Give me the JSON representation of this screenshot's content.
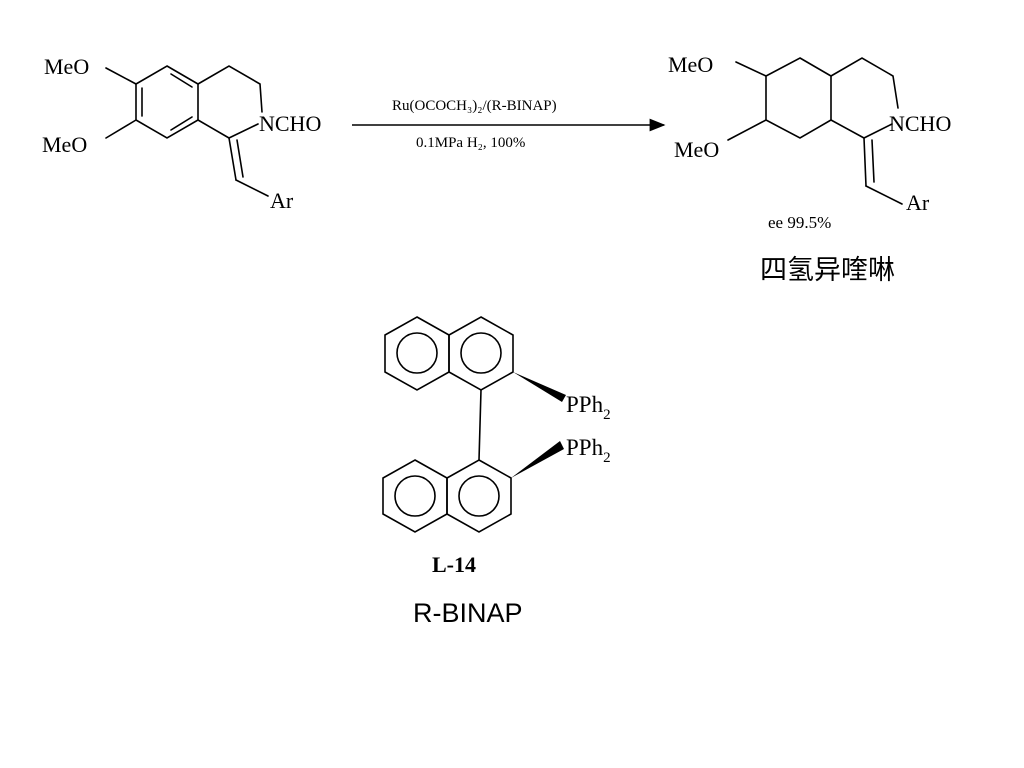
{
  "reaction": {
    "reactant": {
      "ome_top": "MeO",
      "ome_bottom": "MeO",
      "n_group": "NCHO",
      "ar": "Ar"
    },
    "conditions": {
      "reagent": "Ru(OCOCH₃)₂/(R-BINAP)",
      "details": "0.1MPa H₂, 100%"
    },
    "product": {
      "ome_top": "MeO",
      "ome_bottom": "MeO",
      "n_group": "NCHO",
      "ar": "Ar",
      "ee": "ee 99.5%",
      "name_cn": "四氢异喹啉"
    }
  },
  "ligand": {
    "pph2_top": "PPh",
    "pph2_bottom": "PPh",
    "subscript": "2",
    "code": "L-14",
    "name": "R-BINAP"
  },
  "colors": {
    "ink": "#000000",
    "background": "#ffffff"
  }
}
